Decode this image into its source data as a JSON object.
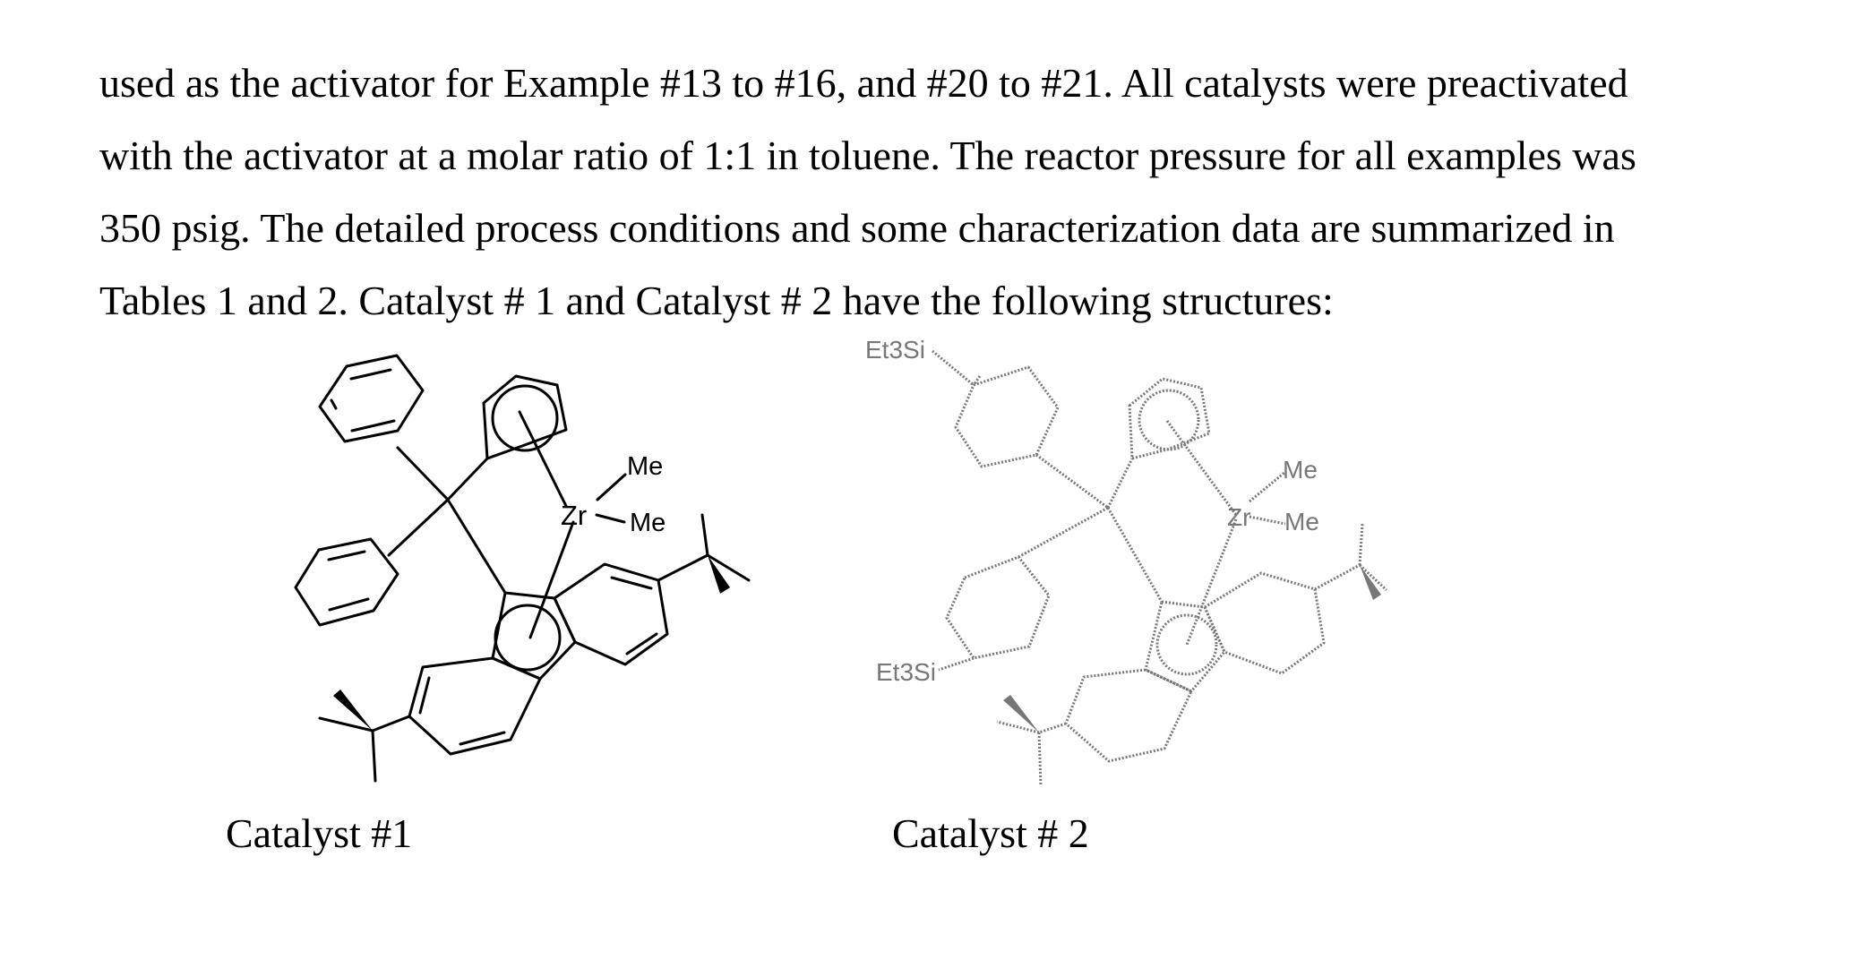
{
  "paragraph": {
    "lines": [
      "used as the activator for Example #13 to #16, and #20 to #21. All catalysts were preactivated",
      "with the activator at a molar ratio of 1:1 in toluene. The reactor pressure for all examples was",
      "350 psig.  The detailed process conditions and some characterization data are summarized in",
      "Tables 1 and 2. Catalyst # 1 and Catalyst # 2 have the following structures:"
    ]
  },
  "figure": {
    "catalyst1": {
      "caption": "Catalyst #1",
      "metal": "Zr",
      "ligand_top": "Me",
      "ligand_bottom": "Me"
    },
    "catalyst2": {
      "caption": "Catalyst # 2",
      "metal": "Zr",
      "ligand_top": "Me",
      "ligand_bottom": "Me",
      "silyl_top": "Et3Si",
      "silyl_bottom": "Et3Si"
    }
  }
}
